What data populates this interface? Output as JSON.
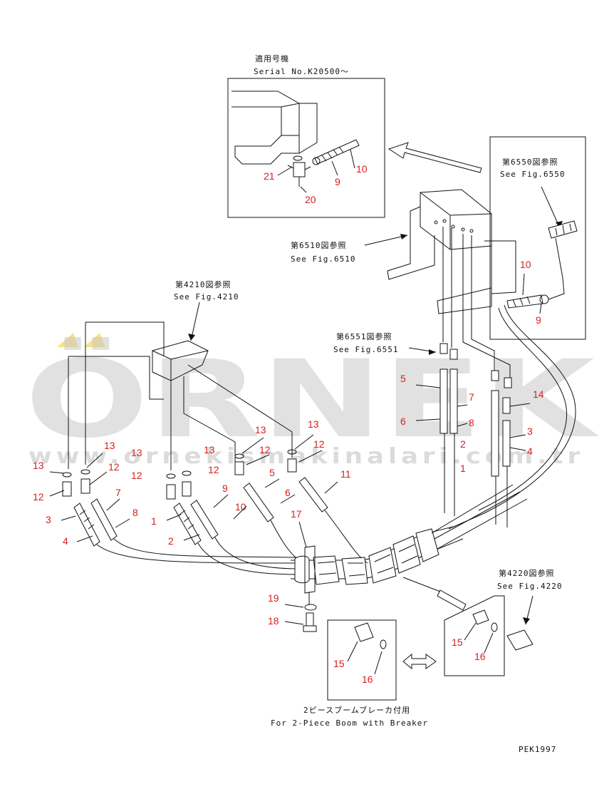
{
  "inset_top": {
    "title_jp": "適用号機",
    "serial": "Serial No.K20500～"
  },
  "refs": {
    "fig6550": {
      "jp": "第6550図参照",
      "en": "See Fig.6550"
    },
    "fig6510": {
      "jp": "第6510図参照",
      "en": "See Fig.6510"
    },
    "fig4210": {
      "jp": "第4210図参照",
      "en": "See Fig.4210"
    },
    "fig6551": {
      "jp": "第6551図参照",
      "en": "See Fig.6551"
    },
    "fig4220": {
      "jp": "第4220図参照",
      "en": "See Fig.4220"
    }
  },
  "breaker_option": {
    "jp": "2ピースブームブレーカ付用",
    "en": "For 2-Piece Boom with Breaker"
  },
  "drawing_code": "PEK1997",
  "watermark": {
    "brand": "ÖRNEK",
    "url": "www.ornekismakinalari.com.tr",
    "accent_color": "#f1c40f"
  },
  "colors": {
    "part_number": "#d61f1f",
    "line": "#111111"
  },
  "part_numbers": {
    "p1": "1",
    "p2": "2",
    "p3": "3",
    "p4": "4",
    "p5": "5",
    "p6": "6",
    "p7": "7",
    "p8": "8",
    "p9": "9",
    "p10": "10",
    "p11": "11",
    "p12": "12",
    "p13": "13",
    "p14": "14",
    "p15": "15",
    "p16": "16",
    "p17": "17",
    "p18": "18",
    "p19": "19",
    "p20": "20",
    "p21": "21"
  }
}
